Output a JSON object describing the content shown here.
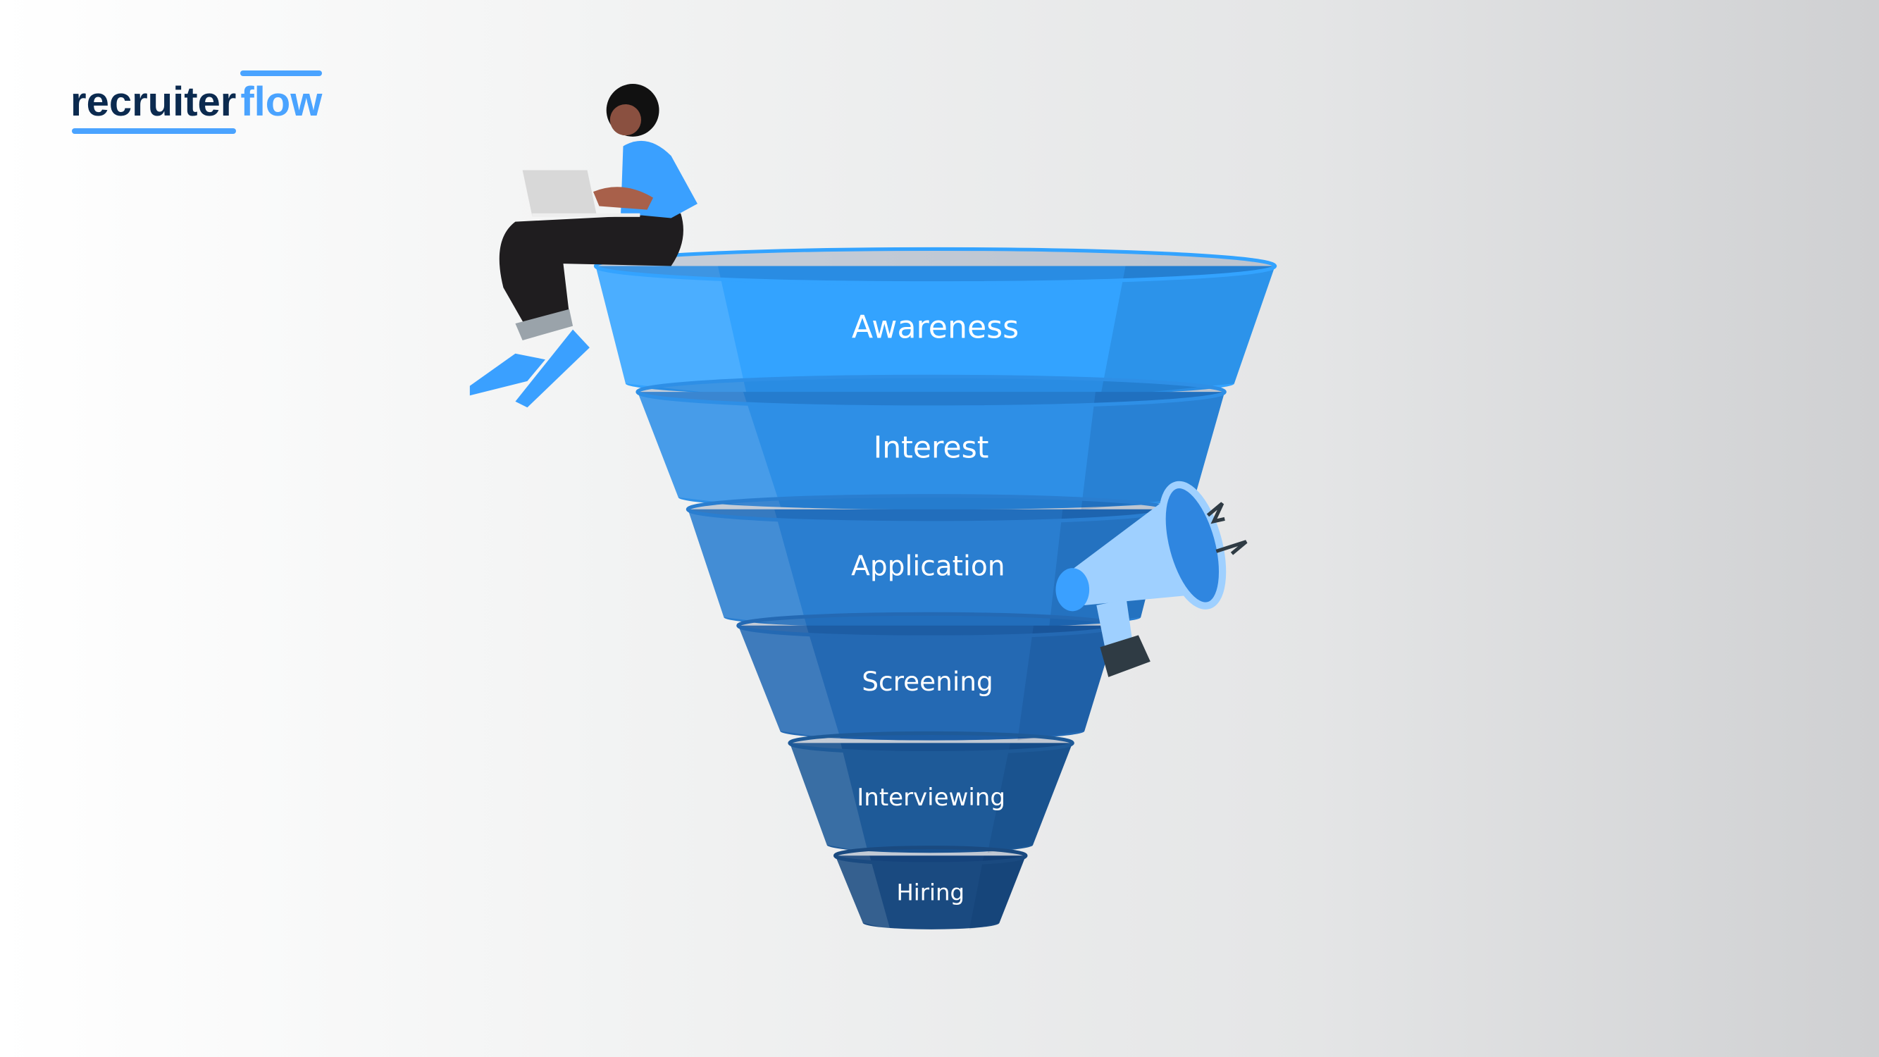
{
  "logo": {
    "part1": "recruiter",
    "part2": "flow"
  },
  "funnel": {
    "stages": [
      {
        "label": "Awareness",
        "color": "#33a3ff"
      },
      {
        "label": "Interest",
        "color": "#2e8fe6"
      },
      {
        "label": "Application",
        "color": "#2a7ed0"
      },
      {
        "label": "Screening",
        "color": "#2469b3"
      },
      {
        "label": "Interviewing",
        "color": "#1e5a98"
      },
      {
        "label": "Hiring",
        "color": "#1a4a80"
      }
    ]
  }
}
